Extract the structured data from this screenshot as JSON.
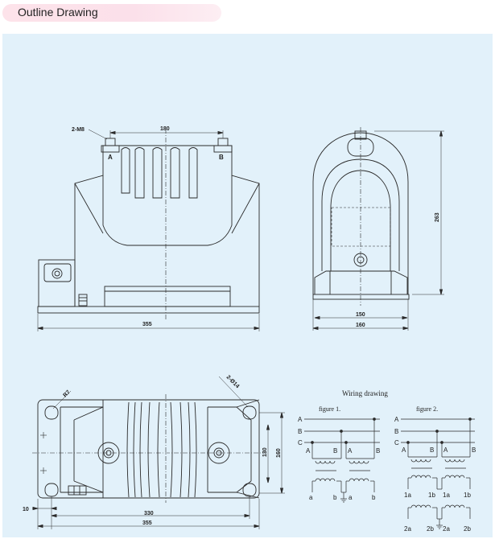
{
  "header": {
    "title": "Outline Drawing"
  },
  "front_view": {
    "bolt_label": "2-M8",
    "terminal_a": "A",
    "terminal_b": "B",
    "dim_top": "180",
    "dim_bottom": "355"
  },
  "side_view": {
    "dim_height": "263",
    "dim_inner_width": "150",
    "dim_outer_width": "160"
  },
  "plan_view": {
    "radius_label": "R7",
    "holes_label": "2-Ø14",
    "dim_left_offset": "10",
    "dim_hole_spacing": "330",
    "dim_total_length": "355",
    "dim_inner_height": "130",
    "dim_outer_height": "160"
  },
  "wiring": {
    "title": "Wiring drawing",
    "figure1": {
      "caption": "figure 1.",
      "lines": [
        "A",
        "B",
        "C"
      ],
      "upper": [
        "A",
        "B",
        "A",
        "B"
      ],
      "lower": [
        "a",
        "b",
        "a",
        "b"
      ]
    },
    "figure2": {
      "caption": "figure 2.",
      "lines": [
        "A",
        "B",
        "C"
      ],
      "upper": [
        "A",
        "B",
        "A",
        "B"
      ],
      "mid": [
        "1a",
        "1b",
        "1a",
        "1b"
      ],
      "lower": [
        "2a",
        "2b",
        "2a",
        "2b"
      ]
    }
  }
}
